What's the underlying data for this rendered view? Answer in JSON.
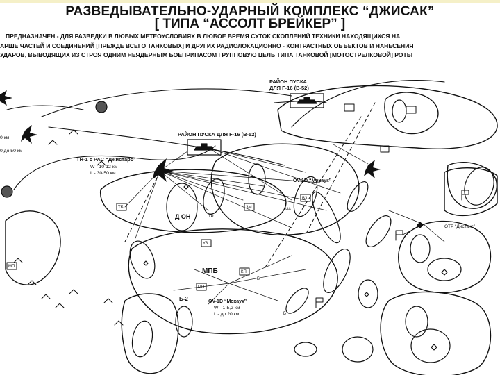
{
  "title": {
    "line1": "РАЗВЕДЫВАТЕЛЬНО-УДАРНЫЙ КОМПЛЕКС “ДЖИСАК”",
    "line2": "[ ТИПА “АССОЛТ БРЕЙКЕР” ]"
  },
  "description": {
    "line1": "ПРЕДНАЗНАЧЕН - ДЛЯ РАЗВЕДКИ В ЛЮБЫХ МЕТЕОУСЛОВИЯХ В ЛЮБОЕ ВРЕМЯ СУТОК СКОПЛЕНИЙ ТЕХНИКИ НАХОДЯЩИХСЯ НА",
    "line2": "АРШЕ ЧАСТЕЙ И СОЕДИНЕНИЙ [ПРЕЖДЕ ВСЕГО ТАНКОВЫХ] И ДРУГИХ РАДИОЛОКАЦИОННО - КОНТРАСТНЫХ ОБЪЕКТОВ И НАНЕСЕНИЯ",
    "line3": "УДАРОВ, ВЫВОДЯЩИХ ИЗ СТРОЯ ОДНИМ НЕЯДЕРНЫМ БОЕПРИПАСОМ ГРУППОВУЮ ЦЕЛЬ ТИПА ТАНКОВОЙ [МОТОСТРЕЛКОВОЙ] РОТЫ"
  },
  "labels": {
    "launch_area_1a": "РАЙОН ПУСКА",
    "launch_area_1b": "ДЛЯ F-16 (B-52)",
    "launch_area_2": "РАЙОН ПУСКА ДЛЯ F-16 (B-52)",
    "tr1": "TR-1 с РАС “Джистарс”",
    "tr1_w": "W - 10-12 км",
    "tr1_l": "L - 30-50 км",
    "left_km1": "0 км",
    "left_km2": "0 до 50 км",
    "ov_top": "OV-1D “Мохаук”",
    "ov_bottom": "OV-1D “Мохаук”",
    "ov_bottom_w": "W - 1-5,2 км",
    "ov_bottom_l": "L - до 20 км",
    "mpb": "МПБ",
    "don": "Д ОН",
    "otr": "ОТР “Дистанс”",
    "tag_1": "ТБ",
    "tag_2": "МП",
    "tag_3": "УЗ",
    "tag_4": "ЗМ",
    "tag_5": "ТБ",
    "tag_6": "ВЗ",
    "tag_7": "МА",
    "tag_8": "МП",
    "tag_9": "КП",
    "tag_10": "Б-2",
    "tag_11": "Б",
    "tag_12": "Б"
  },
  "colors": {
    "ink": "#111111",
    "background": "#ffffff",
    "top_band": "#f5f0c8"
  }
}
